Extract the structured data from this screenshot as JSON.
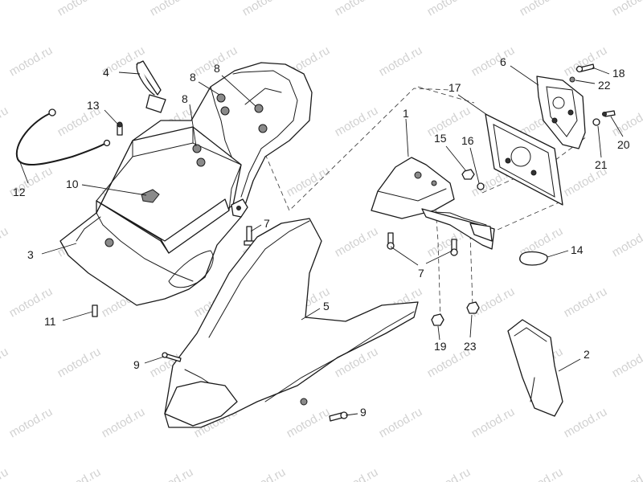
{
  "watermark": "motod.ru",
  "callouts": {
    "c1": "1",
    "c2": "2",
    "c3": "3",
    "c4": "4",
    "c5": "5",
    "c6": "6",
    "c7a": "7",
    "c7b": "7",
    "c8a": "8",
    "c8b": "8",
    "c8c": "8",
    "c9a": "9",
    "c9b": "9",
    "c10": "10",
    "c11": "11",
    "c12": "12",
    "c13": "13",
    "c14": "14",
    "c15": "15",
    "c16": "16",
    "c17": "17",
    "c18": "18",
    "c19": "19",
    "c20": "20",
    "c21": "21",
    "c22": "22",
    "c23": "23"
  },
  "colors": {
    "line": "#1a1a1a",
    "watermark": "#9a9a9a",
    "background": "#ffffff"
  }
}
